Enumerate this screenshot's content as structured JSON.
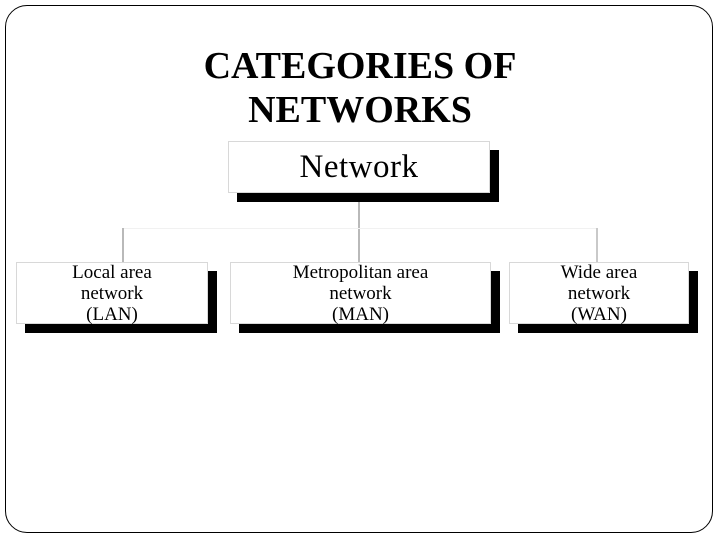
{
  "slide": {
    "title": "CATEGORIES OF\nNETWORKS",
    "background_color": "#ffffff",
    "frame_color": "#000000"
  },
  "diagram": {
    "type": "org-chart",
    "shadow_color": "#000000",
    "box_fill": "#ffffff",
    "box_border_color": "#d8d8d8",
    "connector_color": "#b9b9b9",
    "root": {
      "id": "network",
      "label": "Network"
    },
    "children": [
      {
        "id": "lan",
        "label": "Local area\nnetwork\n(LAN)"
      },
      {
        "id": "man",
        "label": "Metropolitan area\nnetwork\n(MAN)"
      },
      {
        "id": "wan",
        "label": "Wide area\nnetwork\n(WAN)"
      }
    ]
  }
}
